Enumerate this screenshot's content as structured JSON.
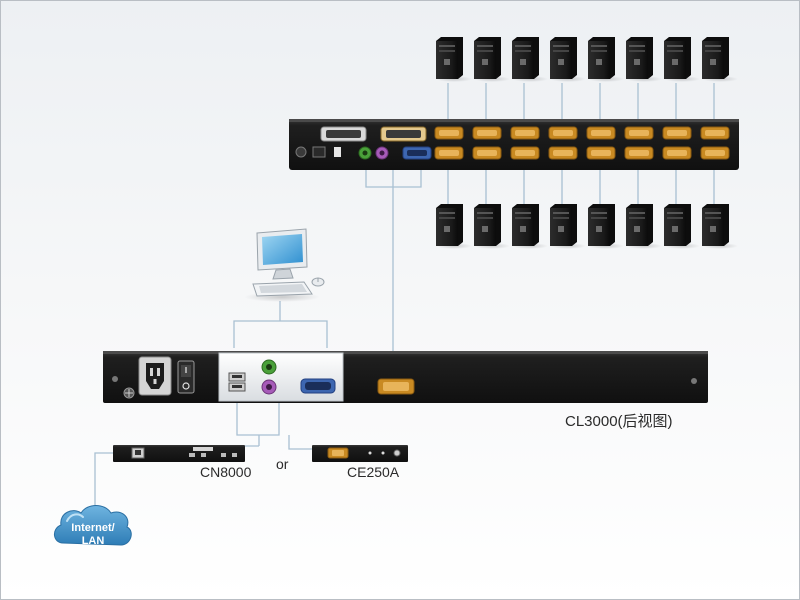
{
  "labels": {
    "cl3000": "CL3000(后视图)",
    "cn8000": "CN8000",
    "or": "or",
    "ce250a": "CE250A"
  },
  "cloud": {
    "line1": "Internet/",
    "line2": "LAN"
  },
  "servers": {
    "top_count": 8,
    "bottom_count": 8
  },
  "colors": {
    "device_body": "#1c1c1c",
    "port_orange": "#c98a22",
    "vga_blue": "#3d66b0",
    "ps2_green": "#4aa03a",
    "ps2_purple": "#a65bb8",
    "cable": "#a9c0d2",
    "cloud": "#3d8fc4"
  }
}
